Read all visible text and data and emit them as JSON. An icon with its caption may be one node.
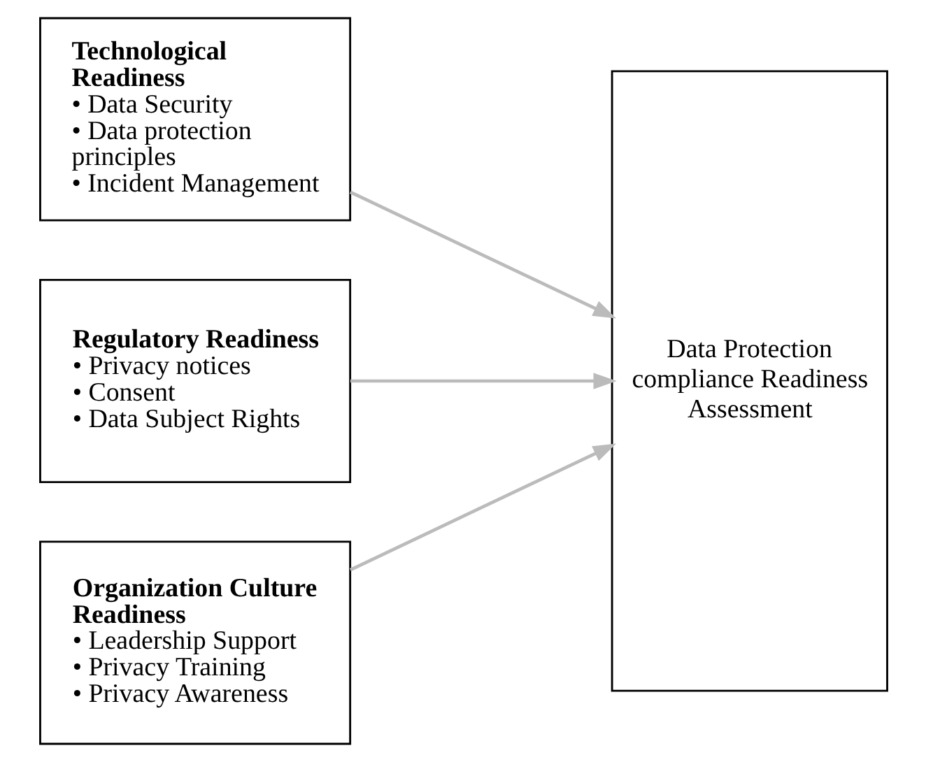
{
  "diagram": {
    "nodes": [
      {
        "text": [
          "Technological Readiness",
          "• Data Security",
          "• Data protection principles",
          "• Incident Management"
        ]
      },
      {
        "text": [
          "Regulatory Readiness",
          "• Privacy notices",
          "• Consent",
          "• Data Subject Rights"
        ]
      },
      {
        "text": [
          "Organization Culture Readiness",
          "• Leadership Support",
          "• Privacy Training",
          "• Privacy Awareness"
        ]
      },
      {
        "text": [
          "Data Protection compliance Readiness Assessment"
        ]
      }
    ],
    "edges": [
      {
        "from": 0,
        "to": 3,
        "arrow": "to"
      },
      {
        "from": 1,
        "to": 3,
        "arrow": "to"
      },
      {
        "from": 2,
        "to": 3,
        "arrow": "to"
      }
    ]
  }
}
